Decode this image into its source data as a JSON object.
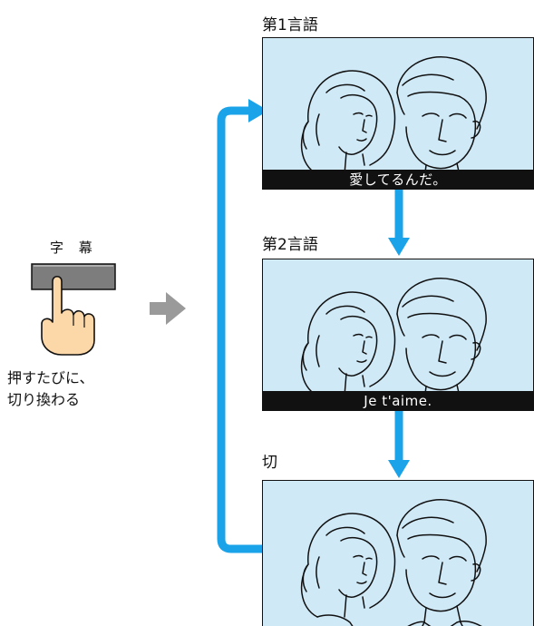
{
  "remote": {
    "button_label": "字 幕",
    "caption_line1": "押すたびに、",
    "caption_line2": "切り換わる"
  },
  "panels": [
    {
      "label": "第1言語",
      "subtitle": "愛してるんだ。"
    },
    {
      "label": "第2言語",
      "subtitle": "Je t'aime."
    },
    {
      "label": "切",
      "subtitle": ""
    }
  ],
  "colors": {
    "screen": "#cfe9f7",
    "arrow": "#1aa3e8",
    "subtitle_bar": "#111111",
    "finger": "#fcd7a8",
    "button": "#7d7d7d",
    "step_arrow": "#9a9a9a"
  }
}
